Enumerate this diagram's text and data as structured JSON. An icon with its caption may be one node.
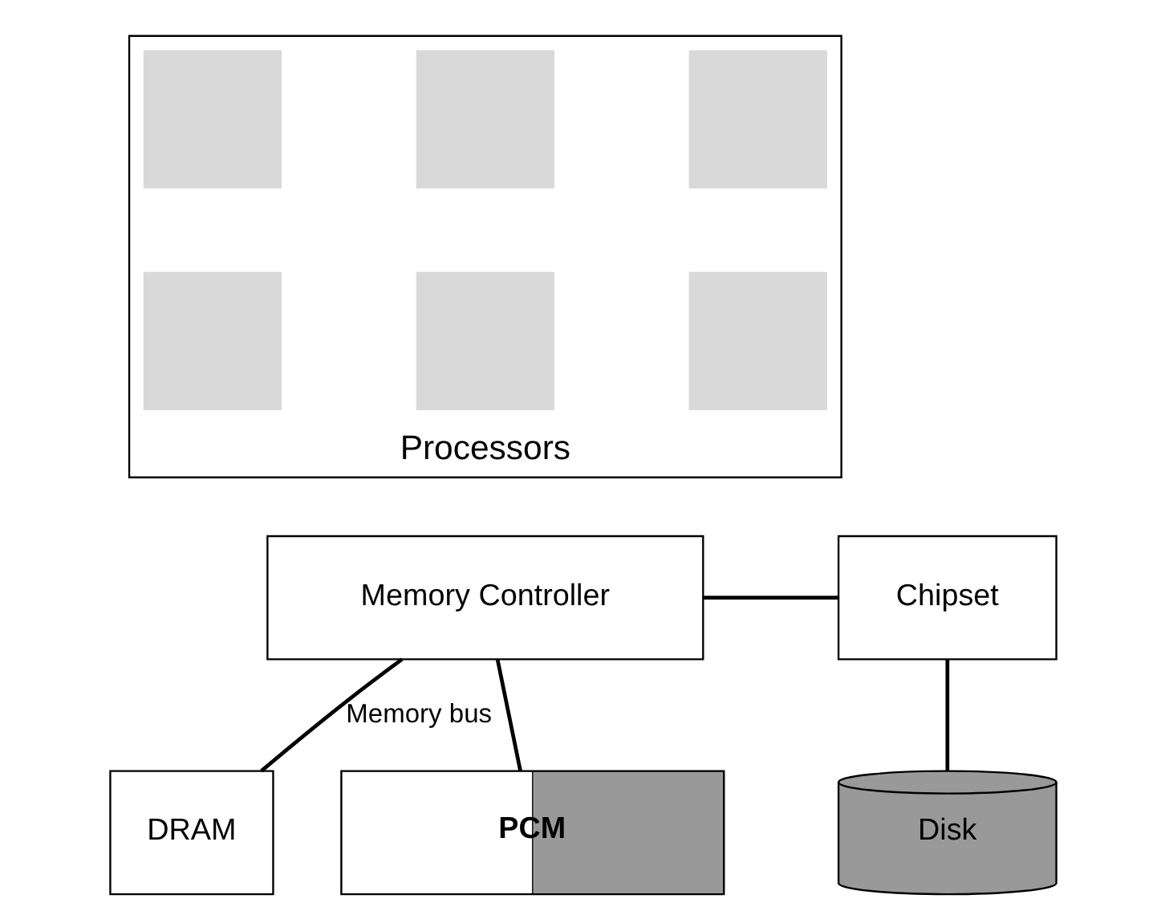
{
  "diagram": {
    "nodes": [
      {
        "text": [
          "Processors"
        ]
      },
      {
        "text": [],
        "shape": "box",
        "in": 0
      },
      {
        "text": [],
        "shape": "box",
        "in": 0
      },
      {
        "text": [],
        "shape": "box",
        "in": 0
      },
      {
        "text": [],
        "shape": "box",
        "in": 0
      },
      {
        "text": [],
        "shape": "box",
        "in": 0
      },
      {
        "text": [],
        "shape": "box",
        "in": 0
      },
      {
        "text": [
          "Memory Controller"
        ]
      },
      {
        "text": [
          "Chipset"
        ]
      },
      {
        "text": [
          "DRAM"
        ]
      },
      {
        "text": [
          "PCM"
        ]
      },
      {
        "text": [
          "Disk"
        ]
      }
    ],
    "edges": [
      {
        "from": 7,
        "to": 8,
        "arrow": "none"
      },
      {
        "from": 7,
        "to": 9,
        "arrow": "none",
        "label": "Memory bus"
      },
      {
        "from": 7,
        "to": 10,
        "arrow": "none"
      },
      {
        "from": 8,
        "to": 11,
        "arrow": "none"
      }
    ]
  }
}
